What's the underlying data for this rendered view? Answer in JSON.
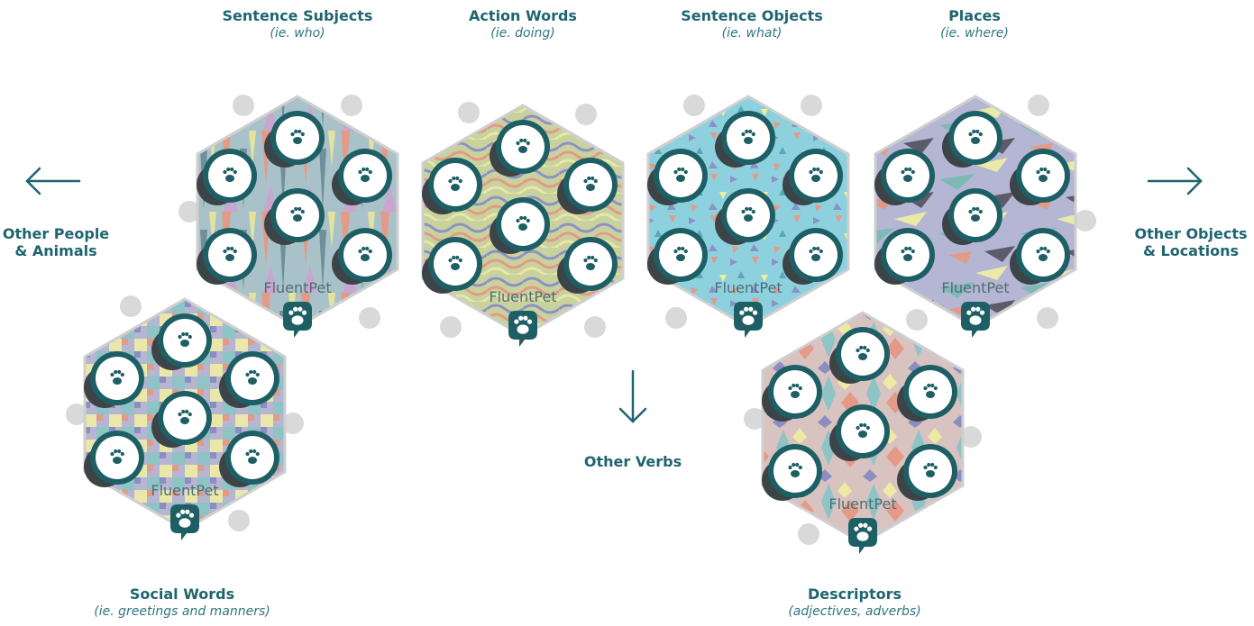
{
  "brand": {
    "name": "FluentPet",
    "logo_icon": "paw-speech-icon",
    "button_icon": "paw-icon"
  },
  "colors": {
    "text": "#1f6570",
    "button_ring": "#1e5f66"
  },
  "categories": [
    {
      "key": "subjects",
      "title": "Sentence Subjects",
      "subtitle": "(ie. who)",
      "tile_color": "#a9c2c9",
      "pattern": "triangles"
    },
    {
      "key": "actions",
      "title": "Action Words",
      "subtitle": "(ie. doing)",
      "tile_color": "#c9d29e",
      "pattern": "waves"
    },
    {
      "key": "objects",
      "title": "Sentence Objects",
      "subtitle": "(ie. what)",
      "tile_color": "#8ed1de",
      "pattern": "confetti"
    },
    {
      "key": "places",
      "title": "Places",
      "subtitle": "(ie. where)",
      "tile_color": "#b4b6d4",
      "pattern": "shards"
    },
    {
      "key": "social",
      "title": "Social Words",
      "subtitle": "(ie. greetings and manners)",
      "tile_color": "#b6b5d2",
      "pattern": "checks"
    },
    {
      "key": "descriptors",
      "title": "Descriptors",
      "subtitle": "(adjectives, adverbs)",
      "tile_color": "#d8c3c1",
      "pattern": "diamonds"
    }
  ],
  "directions": {
    "left": {
      "line1": "Other People",
      "line2": "& Animals",
      "icon": "arrow-left-icon"
    },
    "right": {
      "line1": "Other Objects",
      "line2": "& Locations",
      "icon": "arrow-right-icon"
    },
    "down": {
      "label": "Other Verbs",
      "icon": "arrow-down-icon"
    }
  }
}
